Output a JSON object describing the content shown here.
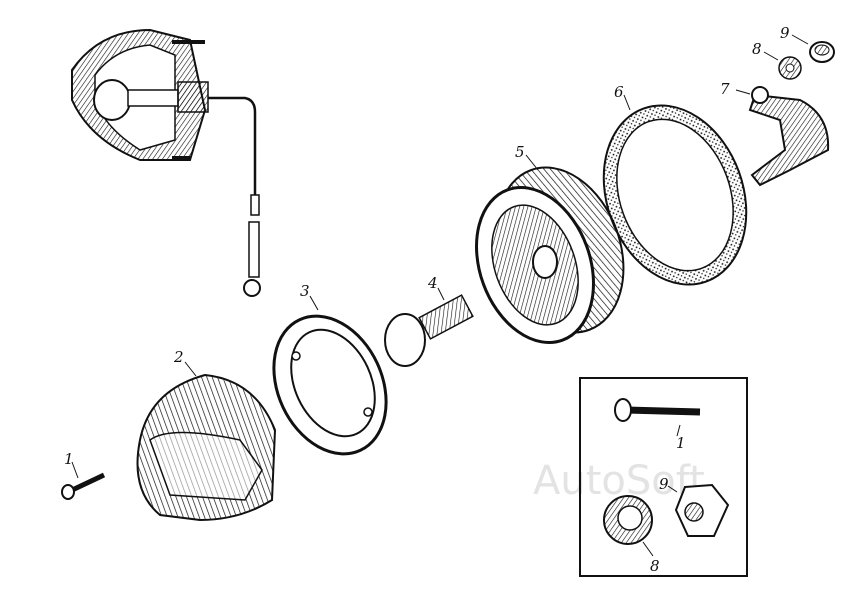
{
  "watermark": "AutoSoft",
  "labels": {
    "p1": "1",
    "p2": "2",
    "p3": "3",
    "p4": "4",
    "p5": "5",
    "p6": "6",
    "p7": "7",
    "p8": "8",
    "p9": "9",
    "inset_1": "1",
    "inset_8": "8",
    "inset_9": "9"
  },
  "colors": {
    "ink": "#111111",
    "paper": "#ffffff",
    "watermark": "#e3e3e3"
  }
}
